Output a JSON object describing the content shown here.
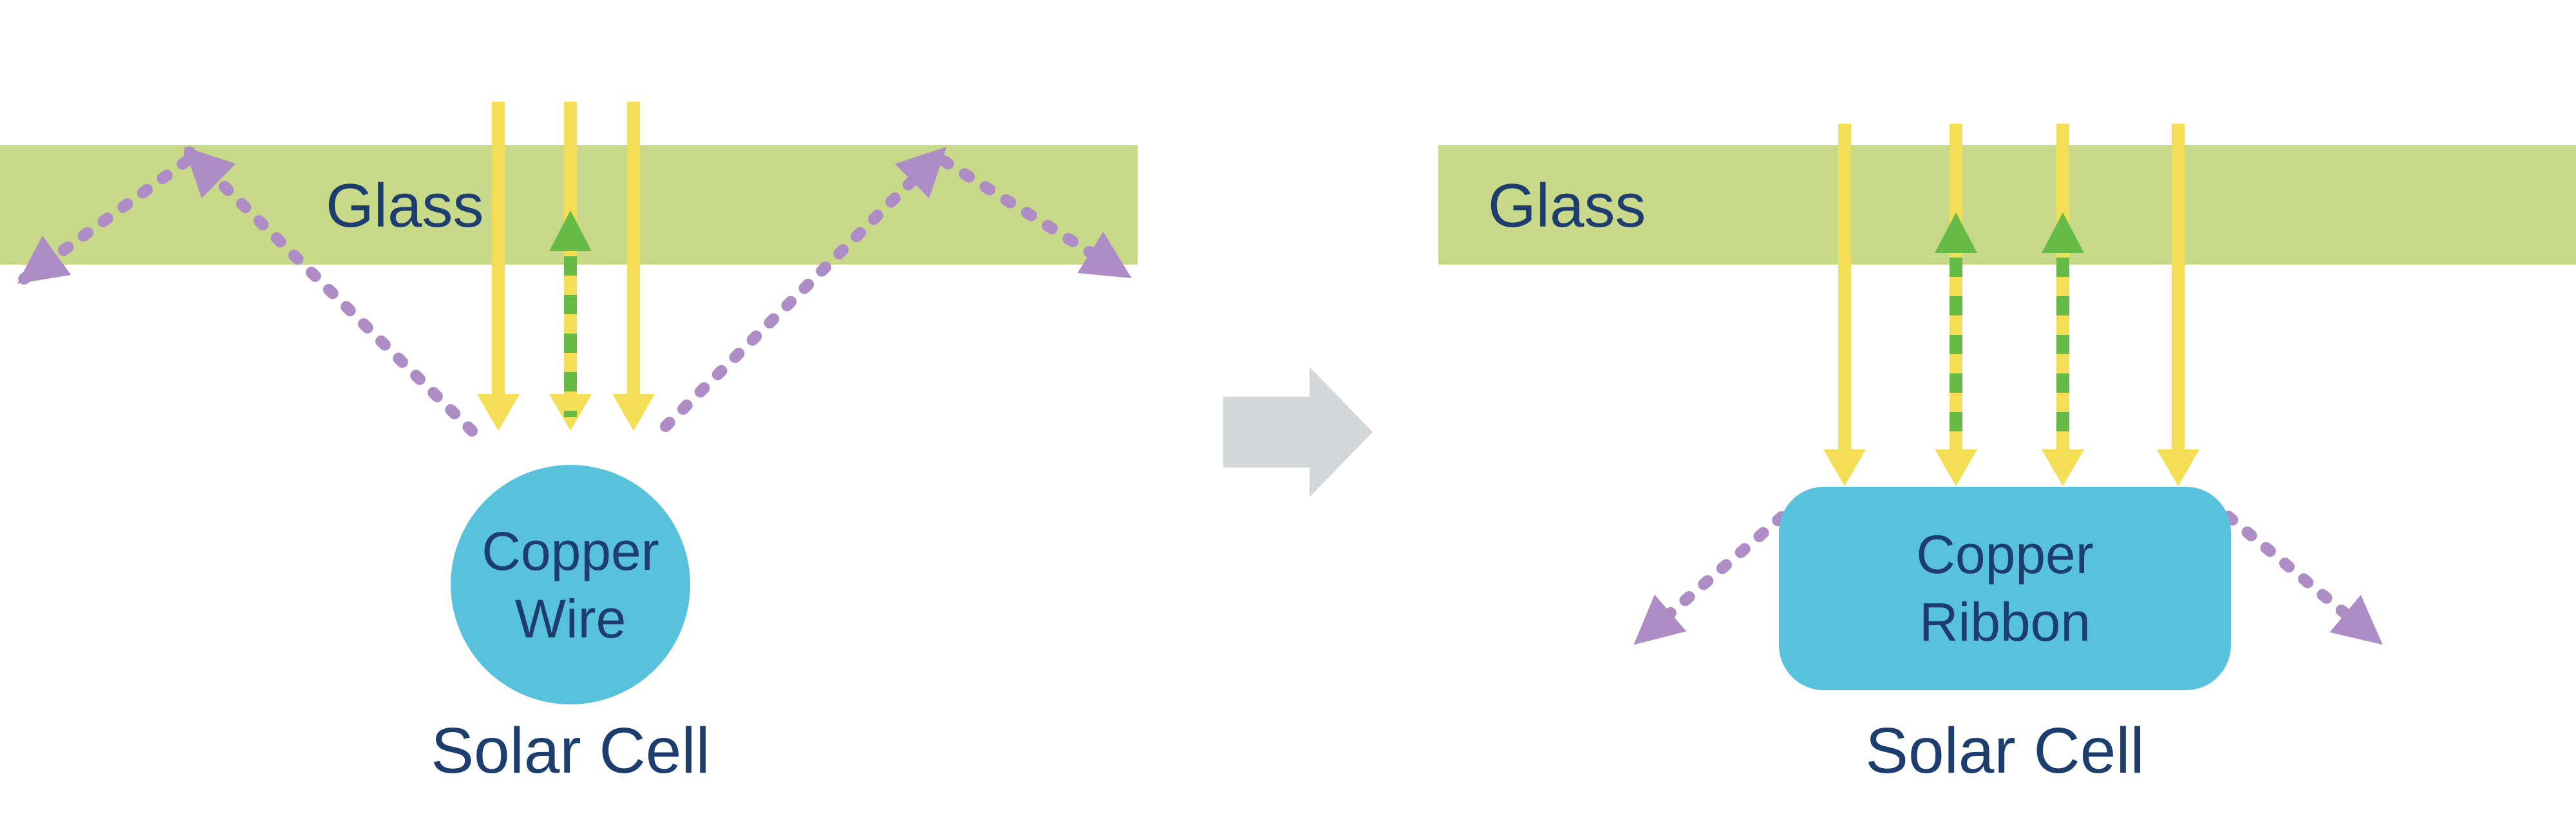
{
  "figure": {
    "left": {
      "glass_label": "Glass",
      "conductor_label_line1": "Copper",
      "conductor_label_line2": "Wire",
      "caption": "Solar Cell"
    },
    "right": {
      "glass_label": "Glass",
      "conductor_label_line1": "Copper",
      "conductor_label_line2": "Ribbon",
      "caption": "Solar Cell"
    }
  },
  "colors": {
    "background": "#ffffff",
    "glass": "#c8da8a",
    "sunlight_yellow": "#f3de55",
    "reflected_green": "#66bb46",
    "scattered_purple": "#ae8cc6",
    "copper_blue": "#58c2dd",
    "text_navy": "#1d3d6e",
    "transition_gray": "#d3d7da"
  }
}
